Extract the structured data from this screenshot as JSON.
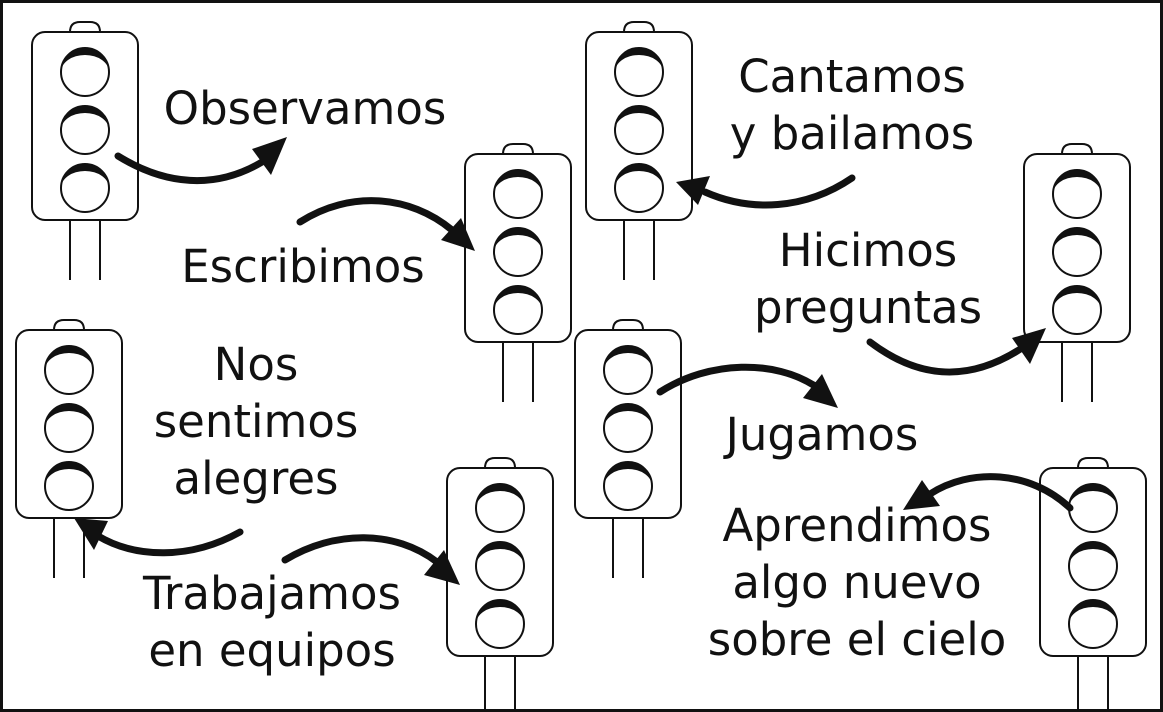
{
  "colors": {
    "ink": "#111111",
    "background": "#ffffff"
  },
  "icons": [
    "traffic-light-icon",
    "curved-arrow-icon"
  ],
  "labels": {
    "observamos": [
      "Observamos"
    ],
    "escribimos": [
      "Escribimos"
    ],
    "cantamos": [
      "Cantamos",
      "y bailamos"
    ],
    "hicimos": [
      "Hicimos",
      "preguntas"
    ],
    "nos_sentimos": [
      "Nos",
      "sentimos",
      "alegres"
    ],
    "jugamos": [
      "Jugamos"
    ],
    "trabajamos": [
      "Trabajamos",
      "en equipos"
    ],
    "aprendimos": [
      "Aprendimos",
      "algo nuevo",
      "sobre el cielo"
    ]
  }
}
